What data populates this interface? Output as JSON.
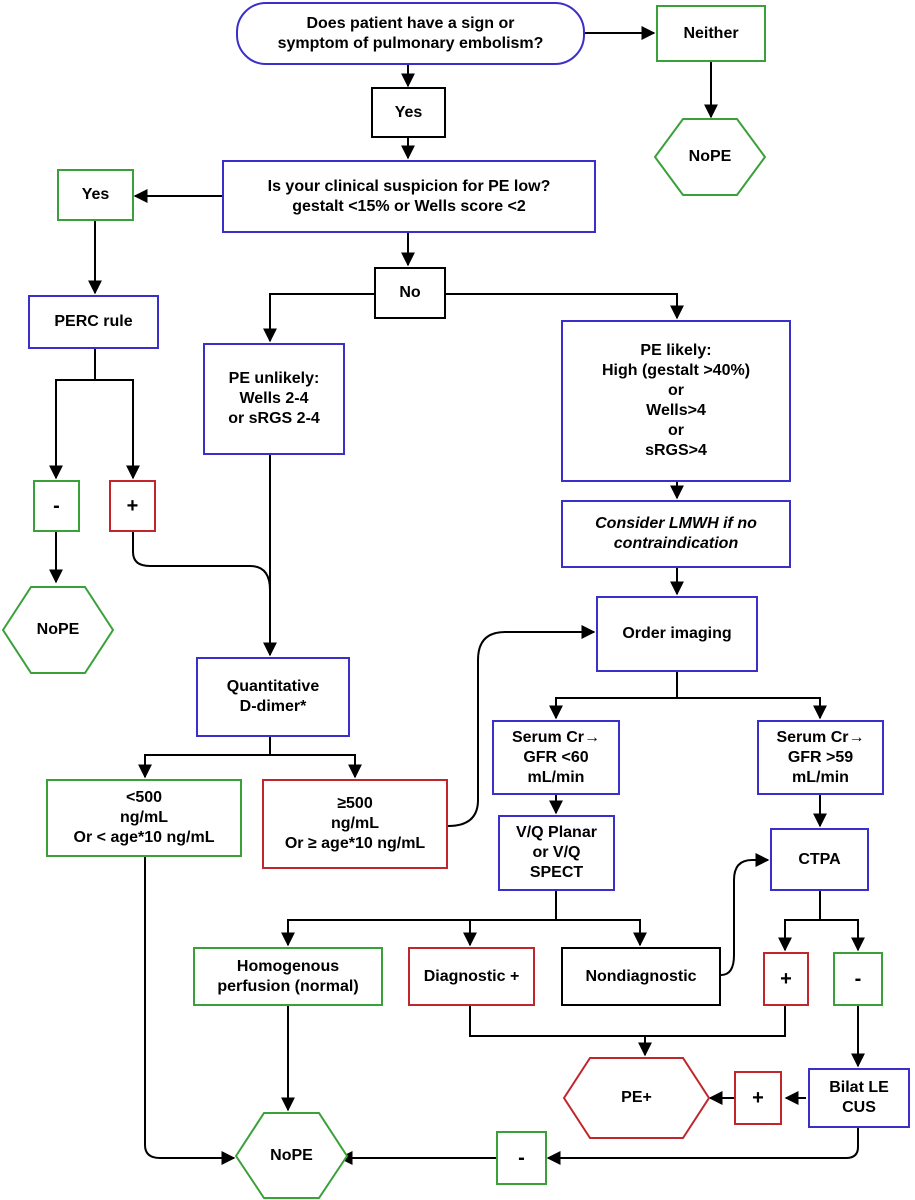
{
  "nodes": {
    "start": [
      "Does patient have a sign or",
      "symptom of pulmonary embolism?"
    ],
    "neither": [
      "Neither"
    ],
    "no_pe_top": [
      "No",
      "PE"
    ],
    "yes_top": [
      "Yes"
    ],
    "suspicion": [
      "Is your clinical suspicion for PE low?",
      "gestalt <15% or Wells score <2"
    ],
    "yes_left": [
      "Yes"
    ],
    "no_mid": [
      "No"
    ],
    "perc": [
      "PERC rule"
    ],
    "pe_unlikely": [
      "PE unlikely:",
      "Wells 2-4",
      "or sRGS 2-4"
    ],
    "pe_likely": [
      "PE likely:",
      "High (gestalt >40%)",
      "or",
      "Wells>4",
      "or",
      "sRGS>4"
    ],
    "perc_minus": [
      "-"
    ],
    "perc_plus": [
      "+"
    ],
    "lmwh": [
      "Consider LMWH if no",
      "contraindication"
    ],
    "no_pe_left": [
      "No",
      "PE"
    ],
    "order_imaging": [
      "Order imaging"
    ],
    "ddimer": [
      "Quantitative",
      "D-dimer*"
    ],
    "gfr_low": [
      "Serum Cr→",
      "GFR <60",
      "mL/min"
    ],
    "gfr_high": [
      "Serum Cr→",
      "GFR >59",
      "mL/min"
    ],
    "dd_low": [
      "<500",
      "ng/mL",
      "Or < age*10 ng/mL"
    ],
    "dd_high": [
      "≥500",
      "ng/mL",
      "Or ≥  age*10 ng/mL"
    ],
    "vq": [
      "V/Q Planar",
      "or V/Q",
      "SPECT"
    ],
    "ctpa": [
      "CTPA"
    ],
    "homog": [
      "Homogenous",
      "perfusion (normal)"
    ],
    "diag_plus": [
      "Diagnostic +"
    ],
    "nondiag": [
      "Nondiagnostic"
    ],
    "ct_plus": [
      "+"
    ],
    "ct_minus": [
      "-"
    ],
    "pe_plus": [
      "PE+"
    ],
    "cus_plus": [
      "+"
    ],
    "cus": [
      "Bilat LE",
      "CUS"
    ],
    "bottom_minus": [
      "-"
    ],
    "no_pe_bottom": [
      "No",
      "PE"
    ]
  }
}
